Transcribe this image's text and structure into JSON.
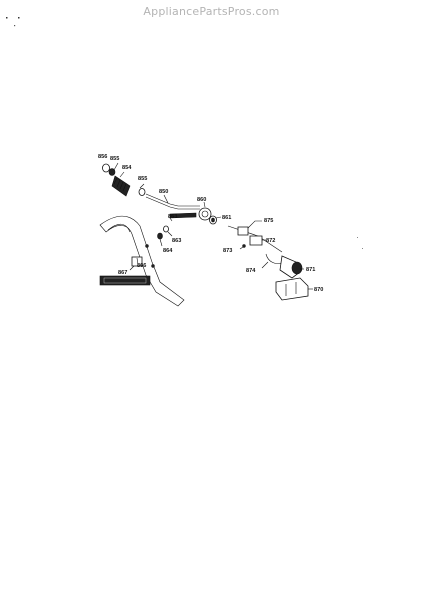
{
  "watermark": "AppliancePartsPros.com",
  "labels": {
    "p856a": "856",
    "p855a": "855",
    "p854": "854",
    "p855b": "855",
    "p850": "850",
    "p860": "860",
    "p861": "861",
    "p875": "875",
    "p863a": "863",
    "p863b": "863",
    "p864": "864",
    "p872": "872",
    "p873": "873",
    "p866": "866",
    "p867": "867",
    "p874": "874",
    "p871": "871",
    "p870": "870"
  },
  "colors": {
    "ink": "#111111",
    "watermark": "#b4b4b4",
    "background": "#ffffff"
  }
}
